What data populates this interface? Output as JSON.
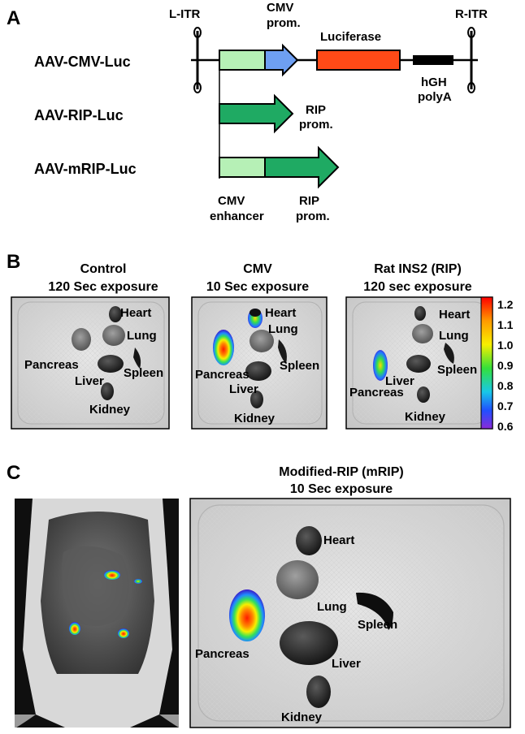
{
  "panels": {
    "a": "A",
    "b": "B",
    "c": "C"
  },
  "panel_a": {
    "constructs": [
      "AAV-CMV-Luc",
      "AAV-RIP-Luc",
      "AAV-mRIP-Luc"
    ],
    "l_itr": "L-ITR",
    "r_itr": "R-ITR",
    "cmv_prom": [
      "CMV",
      "prom."
    ],
    "luciferase": "Luciferase",
    "hgh_polya": [
      "hGH",
      "polyA"
    ],
    "rip_prom_1": [
      "RIP",
      "prom."
    ],
    "cmv_enhancer": [
      "CMV",
      "enhancer"
    ],
    "rip_prom_2": [
      "RIP",
      "prom."
    ],
    "colors": {
      "cmv_enhancer": "#b6f0b6",
      "cmv_promoter": "#6e9ff2",
      "rip_promoter": "#1faa63",
      "luciferase": "#ff4a17",
      "polya": "#000000"
    }
  },
  "panel_b": {
    "images": [
      {
        "title": [
          "Control",
          "120 Sec exposure"
        ],
        "organs": [
          "Heart",
          "Lung",
          "Pancreas",
          "Liver",
          "Spleen",
          "Kidney"
        ]
      },
      {
        "title": [
          "CMV",
          "10 Sec exposure"
        ],
        "organs": [
          "Heart",
          "Lung",
          "Pancreas",
          "Liver",
          "Spleen",
          "Kidney"
        ]
      },
      {
        "title": [
          "Rat INS2 (RIP)",
          "120 sec exposure"
        ],
        "organs": [
          "Heart",
          "Lung",
          "Pancreas",
          "Liver",
          "Spleen",
          "Kidney"
        ]
      }
    ],
    "scale": [
      "1.2",
      "1.1",
      "1.0",
      "0.9",
      "0.8",
      "0.7",
      "0.6"
    ]
  },
  "panel_c": {
    "title": [
      "Modified-RIP (mRIP)",
      "10 Sec exposure"
    ],
    "organs": [
      "Heart",
      "Lung",
      "Spleen",
      "Pancreas",
      "Liver",
      "Kidney"
    ]
  }
}
